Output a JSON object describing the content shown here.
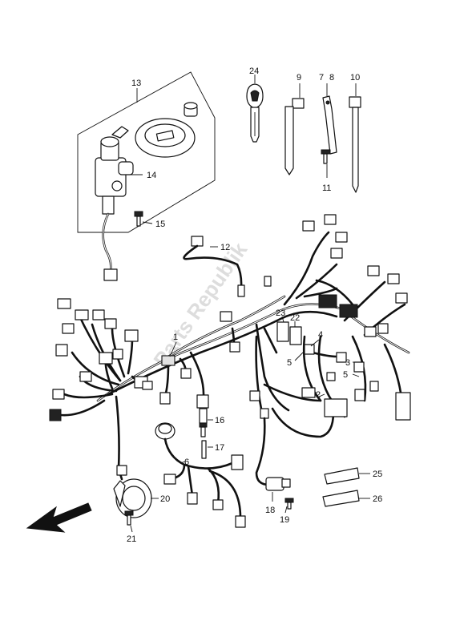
{
  "labels": {
    "p1": "1",
    "p2": "2",
    "p3": "3",
    "p4": "4",
    "p5a": "5",
    "p5b": "5",
    "p6": "6",
    "p7": "7",
    "p8": "8",
    "p9": "9",
    "p10": "10",
    "p11": "11",
    "p13": "13",
    "p14": "14",
    "p15": "15",
    "p12": "12",
    "p16": "16",
    "p17": "17",
    "p18": "18",
    "p19": "19",
    "p20": "20",
    "p21": "21",
    "p22": "22",
    "p23": "23",
    "p24": "24",
    "p25": "25",
    "p26": "26"
  },
  "watermark": "Parts Republik",
  "icons": {
    "direction": "front-arrow-icon"
  }
}
